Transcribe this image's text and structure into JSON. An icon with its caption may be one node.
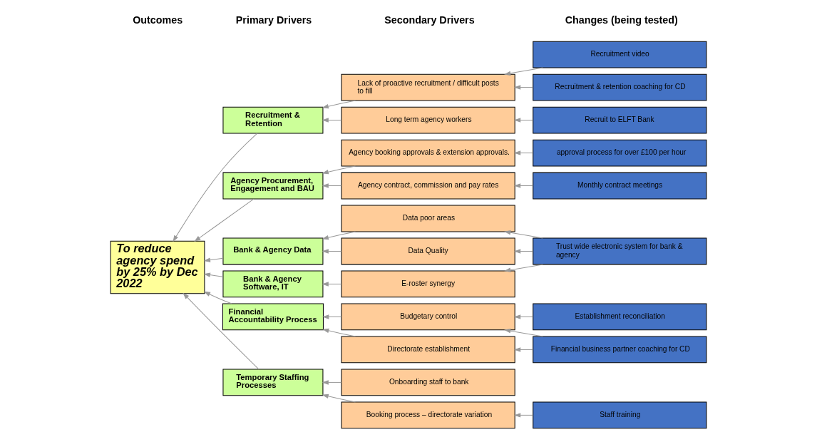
{
  "diagram": {
    "nodes": [
      {
        "text": [
          "To reduce agency spend by 25% by Dec 2022"
        ]
      },
      {
        "text": [
          "Recruitment & Retention"
        ]
      },
      {
        "text": [
          "Agency Procurement, Engagement and BAU"
        ]
      },
      {
        "text": [
          "Bank & Agency Data"
        ]
      },
      {
        "text": [
          "Bank & Agency Software, IT"
        ]
      },
      {
        "text": [
          "Financial Accountability Process"
        ]
      },
      {
        "text": [
          "Temporary Staffing Processes"
        ]
      },
      {
        "text": [
          "Lack of proactive recruitment / difficult posts to fill"
        ]
      },
      {
        "text": [
          "Long term agency workers"
        ]
      },
      {
        "text": [
          "Agency booking approvals & extension approvals."
        ]
      },
      {
        "text": [
          "Agency contract, commission and pay rates"
        ]
      },
      {
        "text": [
          "Data poor areas"
        ]
      },
      {
        "text": [
          "Data Quality"
        ]
      },
      {
        "text": [
          "E-roster synergy"
        ]
      },
      {
        "text": [
          "Budgetary control"
        ]
      },
      {
        "text": [
          "Directorate establishment"
        ]
      },
      {
        "text": [
          "Onboarding staff to bank"
        ]
      },
      {
        "text": [
          "Booking process – directorate variation"
        ]
      },
      {
        "text": [
          "Recruitment video"
        ]
      },
      {
        "text": [
          "Recruitment & retention coaching for CD"
        ]
      },
      {
        "text": [
          "Recruit to ELFT Bank"
        ]
      },
      {
        "text": [
          "approval process for over £100 per hour"
        ]
      },
      {
        "text": [
          "Monthly contract meetings"
        ]
      },
      {
        "text": [
          "Trust wide electronic system for bank & agency"
        ]
      },
      {
        "text": [
          "Establishment reconciliation"
        ]
      },
      {
        "text": [
          "Financial business partner coaching for CD"
        ]
      },
      {
        "text": [
          "Staff training"
        ]
      }
    ],
    "edges": [
      {
        "from": 1,
        "to": 0,
        "arrow": "to"
      },
      {
        "from": 2,
        "to": 0,
        "arrow": "to"
      },
      {
        "from": 3,
        "to": 0,
        "arrow": "to"
      },
      {
        "from": 4,
        "to": 0,
        "arrow": "to"
      },
      {
        "from": 5,
        "to": 0,
        "arrow": "to"
      },
      {
        "from": 6,
        "to": 0,
        "arrow": "to"
      },
      {
        "from": 7,
        "to": 1,
        "arrow": "to"
      },
      {
        "from": 8,
        "to": 1,
        "arrow": "to"
      },
      {
        "from": 9,
        "to": 2,
        "arrow": "to"
      },
      {
        "from": 10,
        "to": 2,
        "arrow": "to"
      },
      {
        "from": 11,
        "to": 3,
        "arrow": "to"
      },
      {
        "from": 12,
        "to": 3,
        "arrow": "to"
      },
      {
        "from": 13,
        "to": 4,
        "arrow": "to"
      },
      {
        "from": 14,
        "to": 5,
        "arrow": "to"
      },
      {
        "from": 15,
        "to": 5,
        "arrow": "to"
      },
      {
        "from": 16,
        "to": 6,
        "arrow": "to"
      },
      {
        "from": 17,
        "to": 6,
        "arrow": "to"
      },
      {
        "from": 18,
        "to": 7,
        "arrow": "to"
      },
      {
        "from": 19,
        "to": 7,
        "arrow": "to"
      },
      {
        "from": 20,
        "to": 8,
        "arrow": "to"
      },
      {
        "from": 21,
        "to": 9,
        "arrow": "to"
      },
      {
        "from": 22,
        "to": 10,
        "arrow": "to"
      },
      {
        "from": 23,
        "to": 11,
        "arrow": "to"
      },
      {
        "from": 23,
        "to": 12,
        "arrow": "to"
      },
      {
        "from": 23,
        "to": 13,
        "arrow": "to"
      },
      {
        "from": 24,
        "to": 14,
        "arrow": "to"
      },
      {
        "from": 25,
        "to": 14,
        "arrow": "to"
      },
      {
        "from": 25,
        "to": 15,
        "arrow": "to"
      },
      {
        "from": 26,
        "to": 17,
        "arrow": "to"
      }
    ],
    "labels": [
      "Outcomes",
      "Primary Drivers",
      "Secondary Drivers",
      "Changes (being tested)"
    ]
  }
}
